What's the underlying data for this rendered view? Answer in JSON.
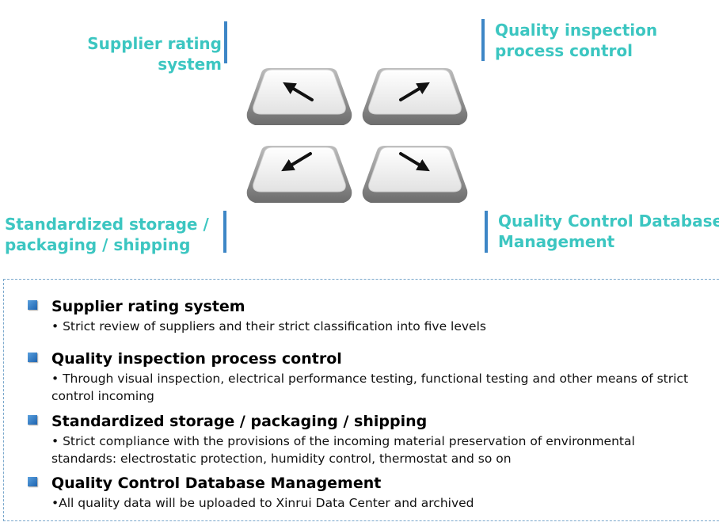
{
  "corners": {
    "top_left": "Supplier rating system",
    "top_right": "Quality inspection process control",
    "bottom_left": "Standardized storage / packaging / shipping",
    "bottom_right": "Quality Control Database Management"
  },
  "keys": [
    {
      "icon": "arrow-up-left-icon"
    },
    {
      "icon": "arrow-up-right-icon"
    },
    {
      "icon": "arrow-down-left-icon"
    },
    {
      "icon": "arrow-down-right-icon"
    }
  ],
  "items": [
    {
      "title": "Supplier rating system",
      "desc": "• Strict review of suppliers and their strict classification into five levels"
    },
    {
      "title": "Quality inspection process control",
      "desc": "• Through visual inspection, electrical performance testing, functional testing and other means of strict control incoming"
    },
    {
      "title": "Standardized storage / packaging / shipping",
      "desc": "• Strict compliance with the provisions of the incoming material preservation of environmental standards: electrostatic protection, humidity control, thermostat and so on"
    },
    {
      "title": "Quality Control Database Management",
      "desc": "•All quality data will be uploaded to Xinrui Data Center and archived"
    }
  ],
  "colors": {
    "title_accent": "#3cc6c1",
    "divider": "#3d86c6",
    "bullet": "#2f7fcf",
    "box_border": "#7aa8cc"
  }
}
